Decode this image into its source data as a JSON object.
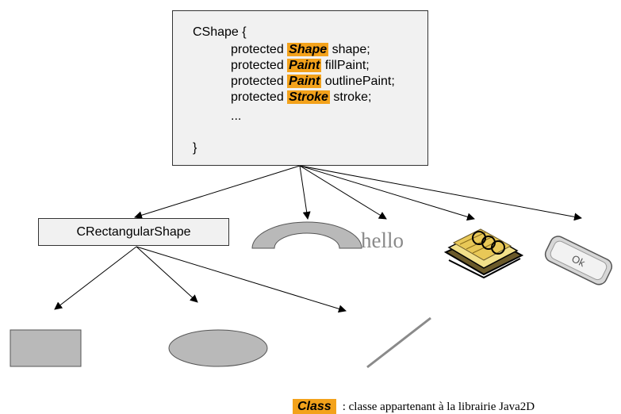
{
  "cshape": {
    "open": "CShape {",
    "fields": [
      {
        "prefix": "protected ",
        "type": "Shape",
        "name": " shape;"
      },
      {
        "prefix": "protected ",
        "type": "Paint",
        "name": " fillPaint;"
      },
      {
        "prefix": "protected ",
        "type": "Paint",
        "name": " outlinePaint;"
      },
      {
        "prefix": "protected ",
        "type": "Stroke",
        "name": " stroke;"
      }
    ],
    "ellipsis": "...",
    "close": "}"
  },
  "crect_label": "CRectangularShape",
  "hello_text": "hello",
  "ok_button_label": "Ok",
  "legend": {
    "tag": "Class",
    "text": ": classe appartenant à la librairie Java2D"
  },
  "colors": {
    "highlight": "#f3a21b",
    "box_fill": "#f1f1f1",
    "shape_fill": "#b9b9b9",
    "line": "#8a8a8a"
  }
}
